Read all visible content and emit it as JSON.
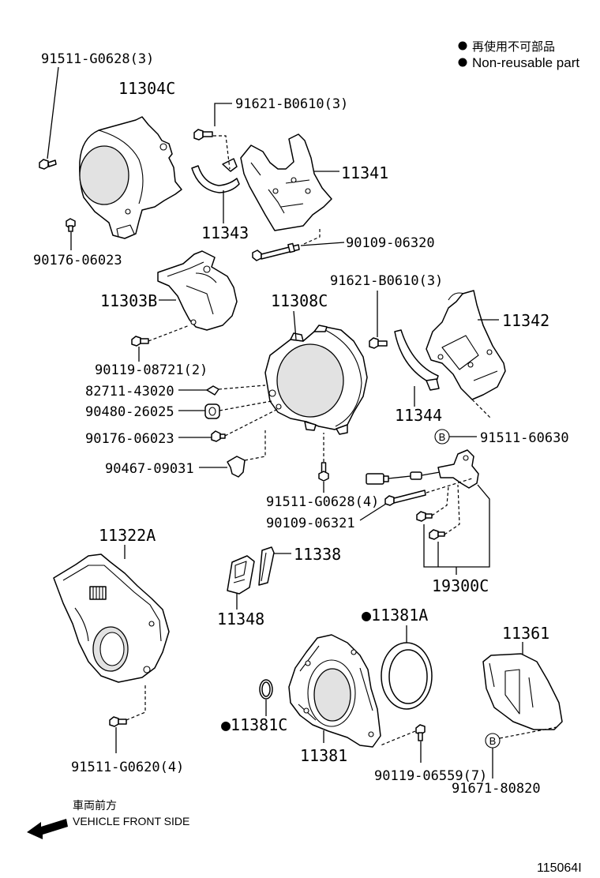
{
  "legend": {
    "non_reusable_jp": "再使用不可部品",
    "non_reusable_en": "Non-reusable part"
  },
  "callouts": [
    "91511-G0628(3)",
    "11304C",
    "91621-B0610(3)",
    "11341",
    "11343",
    "90109-06320",
    "90176-06023",
    "91621-B0610(3)",
    "11303B",
    "11308C",
    "11342",
    "90119-08721(2)",
    "82711-43020",
    "90480-26025",
    "11344",
    "91511-60630",
    "90176-06023",
    "90467-09031",
    "91511-G0628(4)",
    "90109-06321",
    "11322A",
    "11338",
    "19300C",
    "11348",
    "●11381A",
    "11361",
    "●11381C",
    "11381",
    "91511-G0620(4)",
    "90119-06559(7)",
    "91671-80820"
  ],
  "reference_markers": [
    "B",
    "B"
  ],
  "front_direction": {
    "jp": "車両前方",
    "en": "VEHICLE FRONT SIDE"
  },
  "illustration_number": "115064I"
}
